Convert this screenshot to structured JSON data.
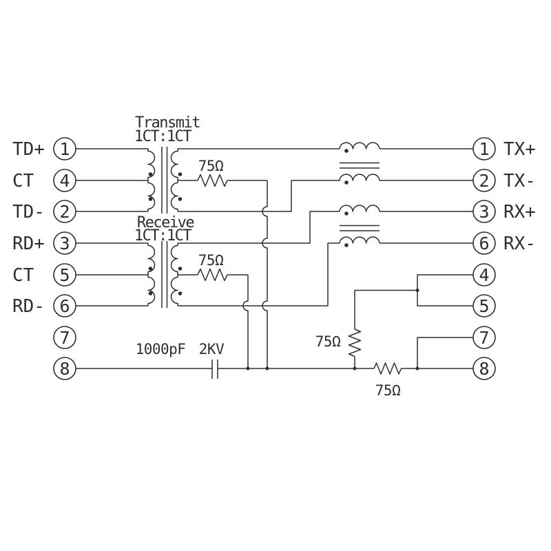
{
  "colors": {
    "ink": "#2e2e2e",
    "background": "#ffffff"
  },
  "transformers": [
    {
      "name": "Transmit",
      "ratio": "1CT:1CT"
    },
    {
      "name": "Receive",
      "ratio": "1CT:1CT"
    }
  ],
  "left_pins": [
    {
      "label": "TD+",
      "pin": "1"
    },
    {
      "label": "CT",
      "pin": "4"
    },
    {
      "label": "TD-",
      "pin": "2"
    },
    {
      "label": "RD+",
      "pin": "3"
    },
    {
      "label": "CT",
      "pin": "5"
    },
    {
      "label": "RD-",
      "pin": "6"
    },
    {
      "label": "",
      "pin": "7"
    },
    {
      "label": "",
      "pin": "8"
    }
  ],
  "right_pins": [
    {
      "pin": "1",
      "label": "TX+"
    },
    {
      "pin": "2",
      "label": "TX-"
    },
    {
      "pin": "3",
      "label": "RX+"
    },
    {
      "pin": "6",
      "label": "RX-"
    },
    {
      "pin": "4",
      "label": ""
    },
    {
      "pin": "5",
      "label": ""
    },
    {
      "pin": "7",
      "label": ""
    },
    {
      "pin": "8",
      "label": ""
    }
  ],
  "components": {
    "tx_termination": "75Ω",
    "rx_termination": "75Ω",
    "pair45_termination": "75Ω",
    "pair78_termination": "75Ω",
    "capacitor_value": "1000pF",
    "capacitor_rating": "2KV"
  }
}
